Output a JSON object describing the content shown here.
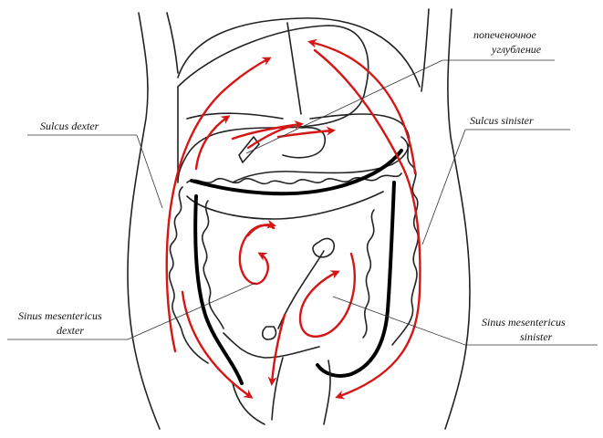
{
  "colors": {
    "flow": "#d61515",
    "outline": "#222222",
    "colon_line": "#000000",
    "background": "#ffffff"
  },
  "labels": {
    "hepatorenal_recess": [
      "попеченочное",
      "углубление"
    ],
    "sulcus_dexter": "Sulcus dexter",
    "sulcus_sinister": "Sulcus sinister",
    "sinus_dexter": [
      "Sinus mesentericus",
      "dexter"
    ],
    "sinus_sinister": [
      "Sinus mesentericus",
      "sinister"
    ]
  }
}
